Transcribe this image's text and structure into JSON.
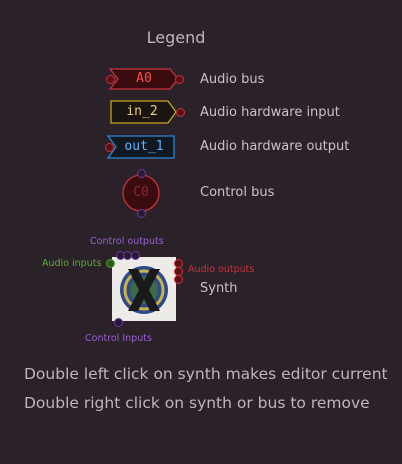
{
  "legend": {
    "title": "Legend",
    "audio_bus": {
      "node": "A0",
      "label": "Audio bus"
    },
    "hw_input": {
      "node": "in_2",
      "label": "Audio hardware input"
    },
    "hw_output": {
      "node": "out_1",
      "label": "Audio hardware output"
    },
    "control_bus": {
      "node": "C0",
      "label": "Control bus"
    },
    "synth": {
      "label": "Synth",
      "control_outputs": "Control outputs",
      "audio_inputs": "Audio inputs",
      "audio_outputs": "Audio outputs",
      "control_inputs": "Control Inputs"
    }
  },
  "messages": {
    "line1": "Double left click on synth makes editor current",
    "line2": "Double right click on synth or bus to remove"
  },
  "colors": {
    "background": "#2a2228",
    "audio_bus": "#c8323c",
    "hw_input": "#c8a21e",
    "hw_output": "#2e86d6",
    "control": "#6a3a9a",
    "audio_in": "#4f9a33"
  },
  "icons": {
    "synth": "x-logo-icon"
  }
}
